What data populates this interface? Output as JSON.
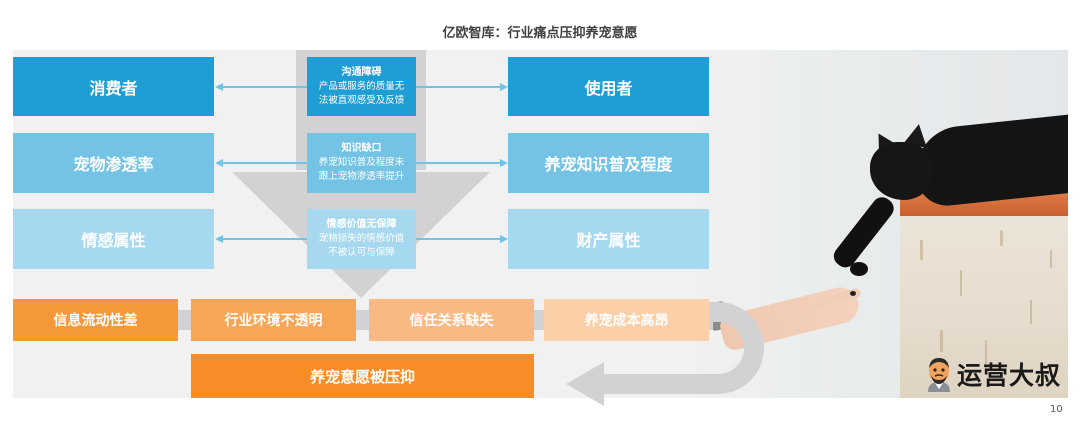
{
  "title": "亿欧智库：行业痛点压抑养宠意愿",
  "left_boxes": [
    {
      "label": "消费者"
    },
    {
      "label": "宠物渗透率"
    },
    {
      "label": "情感属性"
    }
  ],
  "right_boxes": [
    {
      "label": "使用者"
    },
    {
      "label": "养宠知识普及程度"
    },
    {
      "label": "财产属性"
    }
  ],
  "center_boxes": [
    {
      "heading": "沟通障碍",
      "line1": "产品或服务的质量无",
      "line2": "法被直观感受及反馈"
    },
    {
      "heading": "知识缺口",
      "line1": "养宠知识普及程度未",
      "line2": "跟上宠物渗透率提升"
    },
    {
      "heading": "情感价值无保障",
      "line1": "宠物损失的情感价值",
      "line2": "不被认可与保障"
    }
  ],
  "pain_points": [
    {
      "label": "信息流动性差"
    },
    {
      "label": "行业环境不透明"
    },
    {
      "label": "信任关系缺失"
    },
    {
      "label": "养宠成本高昂"
    }
  ],
  "result": {
    "label": "养宠意愿被压抑"
  },
  "colors": {
    "blue_dark": "#1e9ed4",
    "blue_mid": "#74c3e5",
    "blue_light": "#a6d9ef",
    "orange": "#f68d27",
    "arrow_grey": "#d2d2d4"
  },
  "watermark": {
    "text": "运营大叔"
  },
  "page_number": "10"
}
